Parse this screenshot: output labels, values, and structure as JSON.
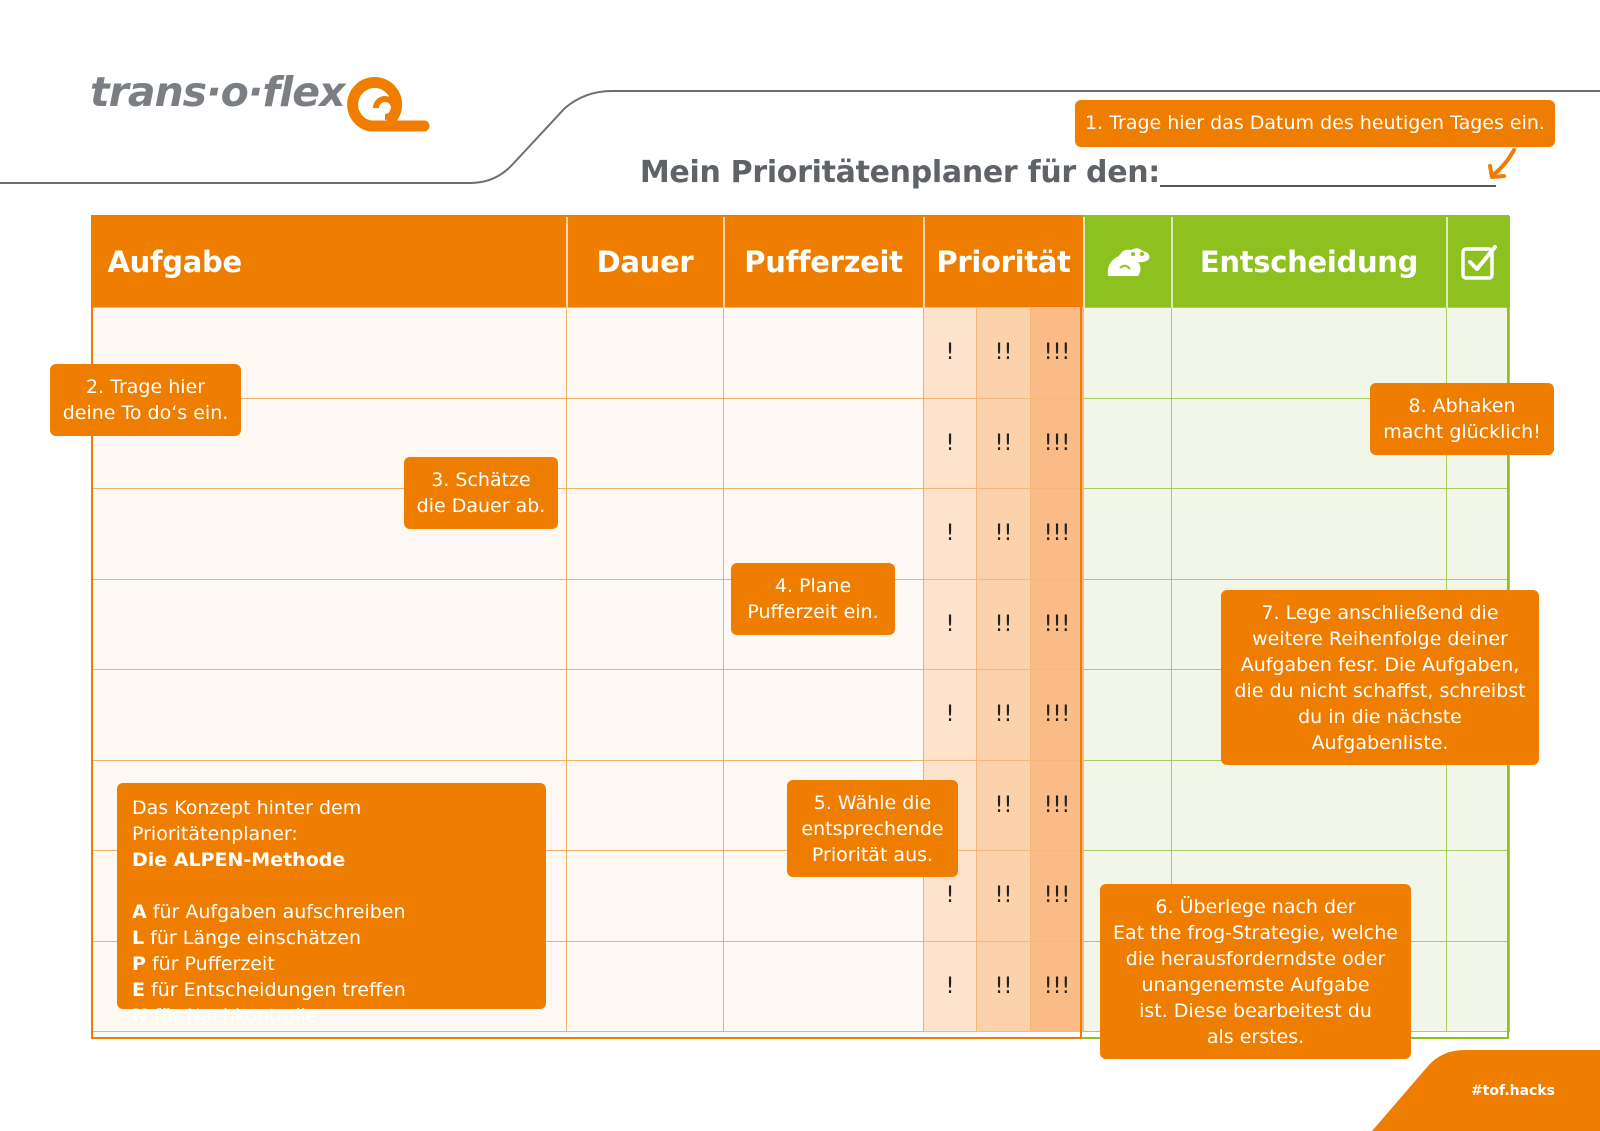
{
  "brand": {
    "logo_text": "trans·o·flex",
    "orange": "#ef7d00",
    "green": "#8dc11f",
    "gray": "#7b7e83"
  },
  "header": {
    "title": "Mein Prioritätenplaner für den:"
  },
  "table": {
    "columns": [
      "Aufgabe",
      "Dauer",
      "Pufferzeit",
      "Priorität",
      "frog-icon",
      "Entscheidung",
      "checkbox-icon"
    ],
    "priority_levels": [
      "!",
      "!!",
      "!!!"
    ],
    "row_count": 8
  },
  "callouts": {
    "c1": "1. Trage hier das Datum des heutigen Tages ein.",
    "c2": [
      "2. Trage hier",
      "deine To do‘s ein."
    ],
    "c3": [
      "3. Schätze",
      "die Dauer ab."
    ],
    "c4": [
      "4. Plane",
      "Pufferzeit ein."
    ],
    "c5": [
      "5. Wähle die",
      "entsprechende",
      "Priorität aus."
    ],
    "c6": [
      "6. Überlege nach der",
      "Eat the frog-Strategie, welche",
      "die herausforderndste oder",
      "unangenemste Aufgabe",
      "ist. Diese bearbeitest du",
      "als erstes."
    ],
    "c7": [
      "7. Lege anschließend die",
      "weitere Reihenfolge deiner",
      "Aufgaben fesr. Die Aufgaben,",
      "die du nicht schaffst, schreibst",
      "du in die nächste",
      "Aufgabenliste."
    ],
    "c8": [
      "8. Abhaken",
      "macht glücklich!"
    ]
  },
  "alpen": {
    "intro": "Das Konzept hinter dem Prioritätenplaner:",
    "title": "Die ALPEN-Methode",
    "items": [
      {
        "letter": "A",
        "text": " für Aufgaben aufschreiben"
      },
      {
        "letter": "L",
        "text": " für Länge einschätzen"
      },
      {
        "letter": "P",
        "text": " für Pufferzeit"
      },
      {
        "letter": "E",
        "text": " für Entscheidungen treffen"
      },
      {
        "letter": "N",
        "text": " für Nachkontrolle"
      }
    ]
  },
  "footer": {
    "hashtag": "#tof.hacks"
  }
}
